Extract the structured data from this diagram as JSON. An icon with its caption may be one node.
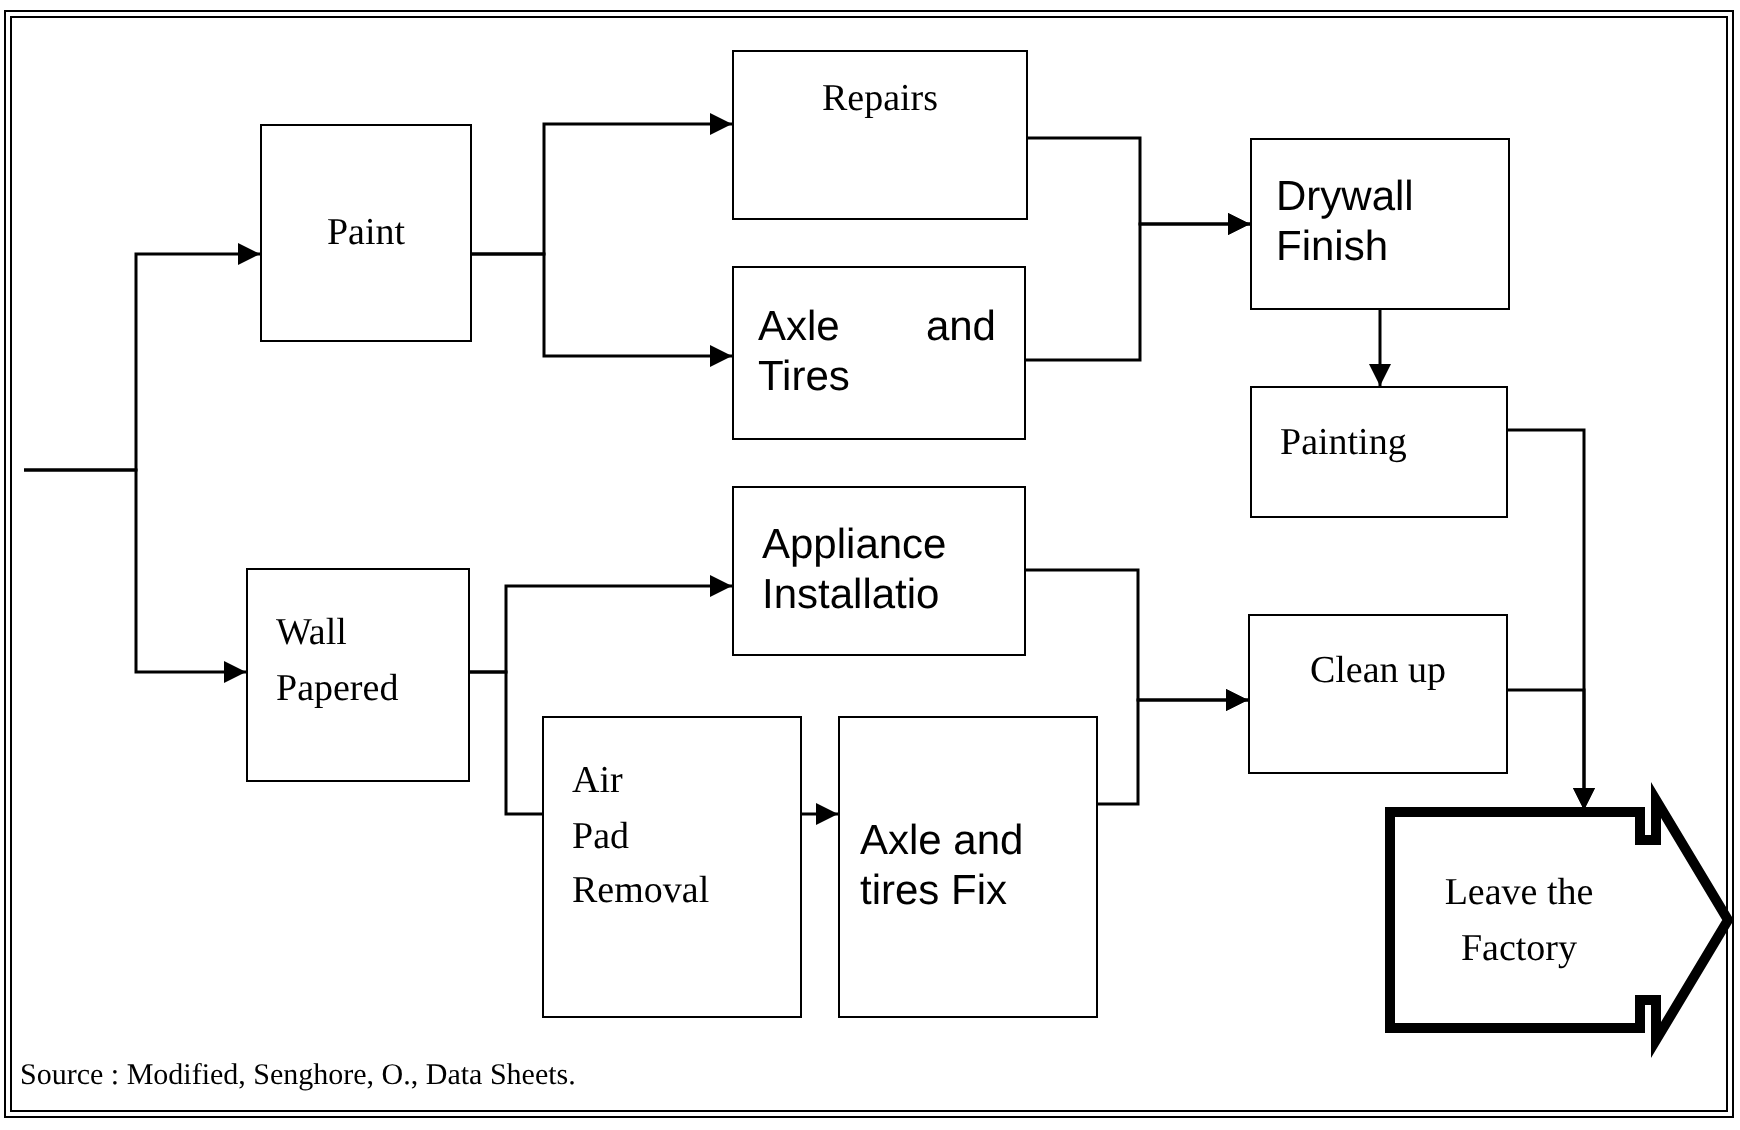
{
  "diagram": {
    "caption": "Source : Modified, Senghore, O., Data Sheets.",
    "nodes": [
      {
        "text": [
          "Paint"
        ]
      },
      {
        "text": [
          "Repairs"
        ]
      },
      {
        "text": [
          "Axle and Tires"
        ]
      },
      {
        "text": [
          "Drywall Finish"
        ]
      },
      {
        "text": [
          "Painting"
        ]
      },
      {
        "text": [
          "Wall Papered"
        ]
      },
      {
        "text": [
          "Appliance Installatio"
        ]
      },
      {
        "text": [
          "Air Pad Removal"
        ]
      },
      {
        "text": [
          "Axle and tires Fix"
        ]
      },
      {
        "text": [
          "Clean up"
        ]
      },
      {
        "text": [
          "Leave the Factory"
        ]
      }
    ],
    "edges": [
      {
        "from": null,
        "to": 0,
        "arrow": "to"
      },
      {
        "from": null,
        "to": 5,
        "arrow": "to"
      },
      {
        "from": 0,
        "to": 1,
        "arrow": "to"
      },
      {
        "from": 0,
        "to": 2,
        "arrow": "to"
      },
      {
        "from": 1,
        "to": 3,
        "arrow": "to"
      },
      {
        "from": 2,
        "to": 3,
        "arrow": "to"
      },
      {
        "from": 3,
        "to": 4,
        "arrow": "to"
      },
      {
        "from": 4,
        "to": 10,
        "arrow": "to"
      },
      {
        "from": 5,
        "to": 6,
        "arrow": "to"
      },
      {
        "from": 5,
        "to": 7,
        "arrow": "none"
      },
      {
        "from": 7,
        "to": 8,
        "arrow": "to"
      },
      {
        "from": 6,
        "to": 9,
        "arrow": "to"
      },
      {
        "from": 8,
        "to": 9,
        "arrow": "to"
      },
      {
        "from": 9,
        "to": 10,
        "arrow": "to"
      }
    ]
  }
}
